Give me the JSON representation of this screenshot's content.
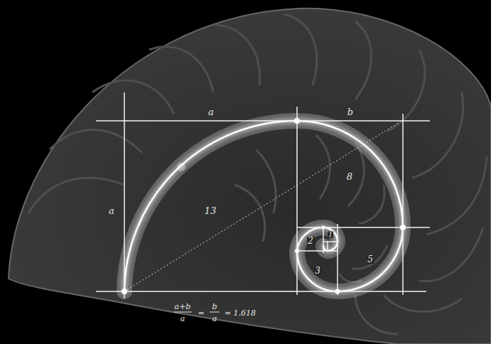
{
  "diagram": {
    "labels": [
      "a",
      "b",
      "a",
      "13",
      "8",
      "2",
      "1",
      "3",
      "5",
      "a+b",
      "a",
      "=",
      "b",
      "a",
      "= 1.618"
    ]
  }
}
